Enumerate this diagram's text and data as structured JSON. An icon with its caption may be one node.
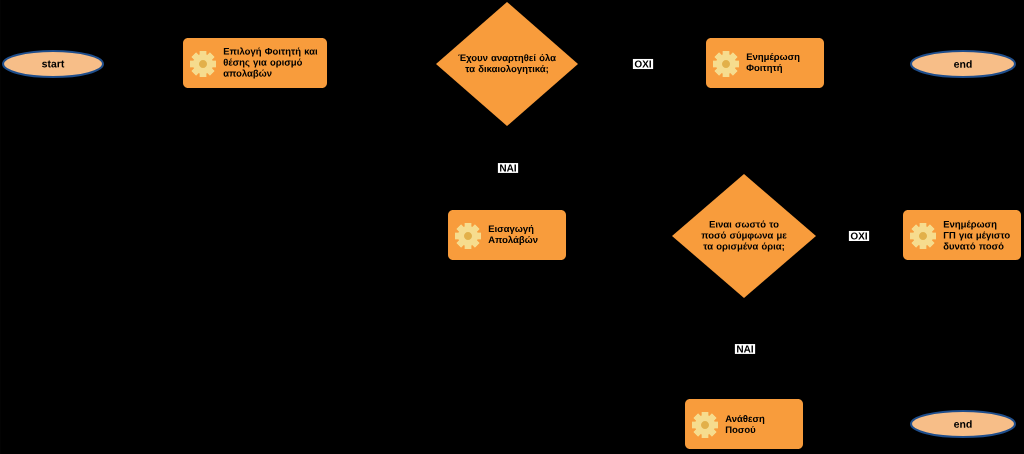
{
  "diagram": {
    "nodes": [
      {
        "text": [
          "start"
        ]
      },
      {
        "text": [
          "Επιλογή Φοιτητή και θέσης για ορισμό απολαβών"
        ]
      },
      {
        "text": [
          "Έχουν αναρτηθεί όλα τα δικαιολογητικά;"
        ]
      },
      {
        "text": [
          "Ενημέρωση Φοιτητή"
        ]
      },
      {
        "text": [
          "end"
        ]
      },
      {
        "text": [
          "Εισαγωγή Απολάβών"
        ]
      },
      {
        "text": [
          "Ειναι σωστό το ποσό σύμφωνα με τα ορισμένα όρια;"
        ]
      },
      {
        "text": [
          "Ενημέρωση ΓΠ για μέγιστο δυνατό ποσό"
        ]
      },
      {
        "text": [
          "Ανάθεση Ποσού"
        ]
      },
      {
        "text": [
          "end"
        ]
      }
    ],
    "labels": [
      "ΟΧΙ",
      "ΝΑΙ",
      "ΟΧΙ",
      "ΝΑΙ"
    ]
  }
}
